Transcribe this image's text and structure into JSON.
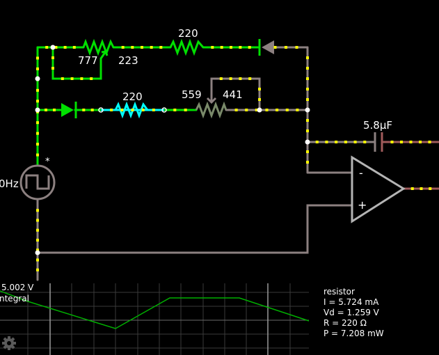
{
  "colors": {
    "background": "#000000",
    "wire_active": "#00e000",
    "wire_idle": "#8c8080",
    "wire_negative": "#a05a5a",
    "highlight": "#00ffff",
    "current_dot": "#ffff00",
    "node": "#ffffff",
    "grid": "#3a3a3a",
    "trace": "#00b000"
  },
  "components": {
    "pot_top": {
      "left_label": "777",
      "right_label": "223"
    },
    "resistor_top": {
      "label": "220"
    },
    "resistor_selected": {
      "label": "220"
    },
    "pot_middle": {
      "left_label": "559",
      "right_label": "441"
    },
    "capacitor": {
      "label": "5.8μF"
    },
    "source": {
      "label": "0Hz",
      "marker": "*"
    },
    "opamp": {
      "minus": "-",
      "plus": "+"
    }
  },
  "scope": {
    "value_label": "5.002 V",
    "mode_label": "ntegral"
  },
  "info_panel": {
    "title": "resistor",
    "lines": [
      "I = 5.724 mA",
      "Vd = 1.259 V",
      "R = 220 Ω",
      "P = 7.208 mW"
    ]
  },
  "icons": {
    "settings": "gear-icon"
  }
}
